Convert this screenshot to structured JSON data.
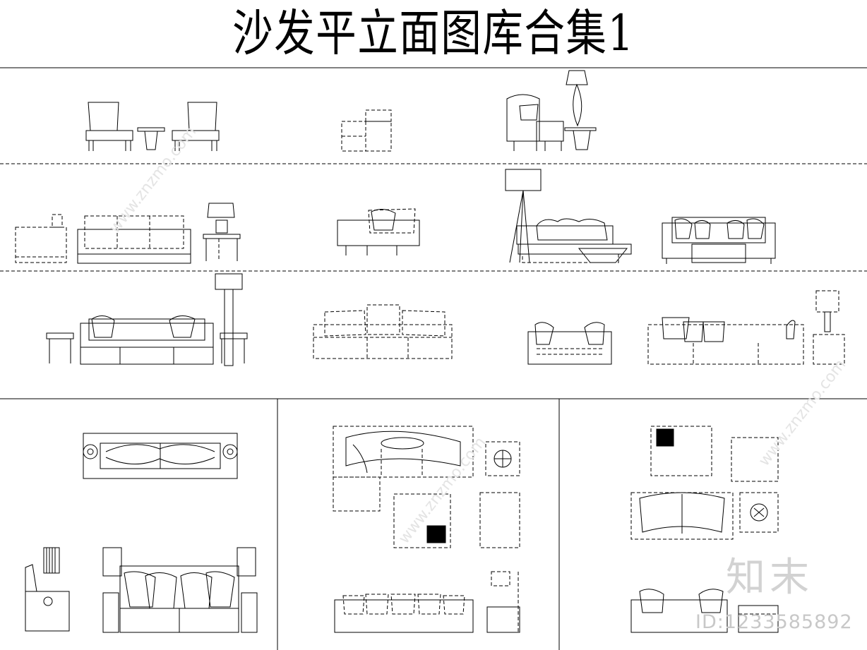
{
  "title": "沙发平立面图库合集1",
  "watermark": {
    "logo_text": "知末",
    "id_text": "ID:1233585892",
    "diagonal_text": "www.znzmo.com"
  },
  "colors": {
    "line": "#000000",
    "background": "#ffffff",
    "watermark": "#d2d2d2"
  },
  "icons": [
    "sofa-icon",
    "armchair-icon",
    "floor-lamp-icon",
    "table-lamp-icon",
    "side-table-icon",
    "coffee-table-icon"
  ]
}
